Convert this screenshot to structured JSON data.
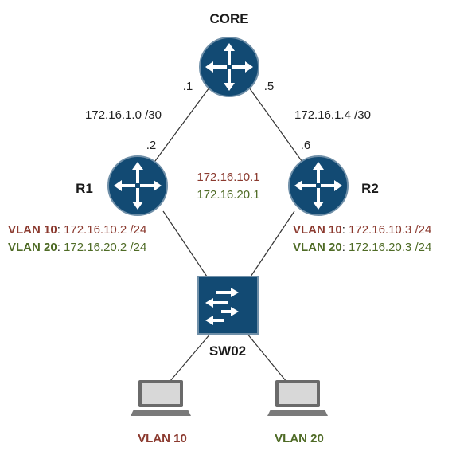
{
  "colors": {
    "router_fill": "#124a73",
    "router_stroke": "#6f8fa8",
    "vlan10": "#8b3a2f",
    "vlan20": "#4f6b26",
    "text": "#222222",
    "link": "#333333"
  },
  "nodes": {
    "core": {
      "label": "CORE",
      "icon": "router-icon"
    },
    "r1": {
      "label": "R1",
      "icon": "router-icon"
    },
    "r2": {
      "label": "R2",
      "icon": "router-icon"
    },
    "sw02": {
      "label": "SW02",
      "icon": "switch-icon"
    },
    "pc_vlan10": {
      "label": "VLAN 10",
      "icon": "laptop-icon"
    },
    "pc_vlan20": {
      "label": "VLAN 20",
      "icon": "laptop-icon"
    }
  },
  "links": {
    "core_r1": {
      "subnet": "172.16.1.0 /30",
      "core_end": ".1",
      "r1_end": ".2"
    },
    "core_r2": {
      "subnet": "172.16.1.4 /30",
      "core_end": ".5",
      "r2_end": ".6"
    }
  },
  "gateways": {
    "vlan10": "172.16.10.1",
    "vlan20": "172.16.20.1"
  },
  "r1_interfaces": [
    {
      "vlan": "VLAN 10",
      "sep": ": ",
      "ip": "172.16.10.2 /24"
    },
    {
      "vlan": "VLAN 20",
      "sep": ": ",
      "ip": "172.16.20.2 /24"
    }
  ],
  "r2_interfaces": [
    {
      "vlan": "VLAN 10",
      "sep": ": ",
      "ip": "172.16.10.3 /24"
    },
    {
      "vlan": "VLAN 20",
      "sep": ": ",
      "ip": "172.16.20.3 /24"
    }
  ]
}
